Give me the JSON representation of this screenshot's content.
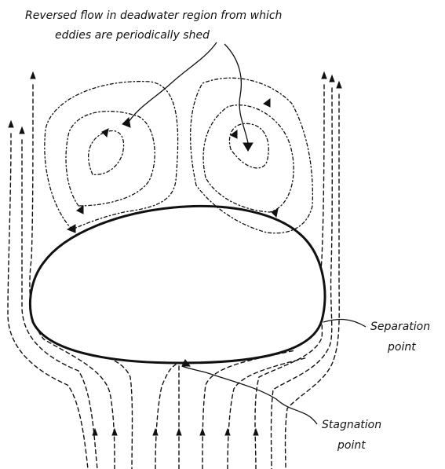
{
  "labels": {
    "reversed_flow_line1": "Reversed flow in deadwater region from which",
    "reversed_flow_line2": "eddies are periodically shed",
    "separation_line1": "Separation",
    "separation_line2": "point",
    "stagnation_line1": "Stagnation",
    "stagnation_line2": "point"
  },
  "colors": {
    "ink": "#111111",
    "background": "#ffffff"
  }
}
